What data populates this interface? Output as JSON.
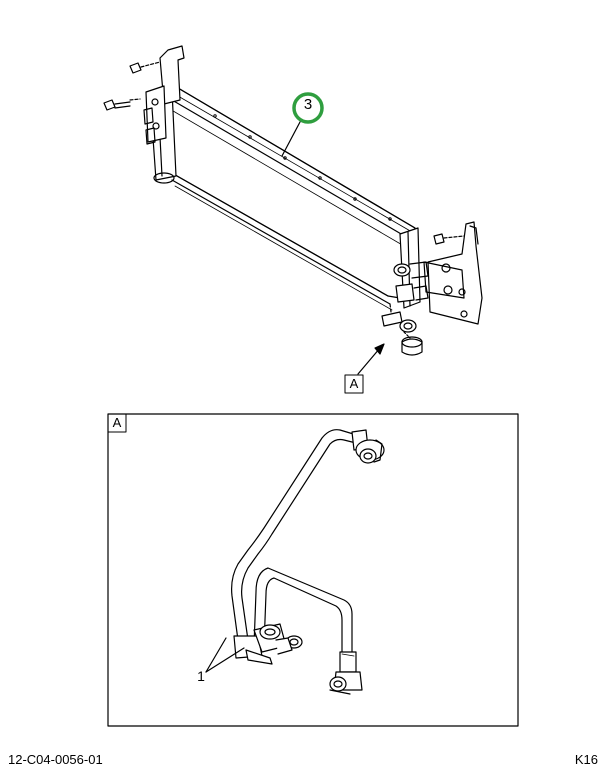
{
  "callouts": {
    "cooler": "3",
    "tubes": "1"
  },
  "view_label": "A",
  "detail_label": "A",
  "footer": {
    "drawing_id": "12-C04-0056-01",
    "page_code": "K16"
  },
  "colors": {
    "line": "#000000",
    "callout_ring": "#2f9e3f",
    "background": "#ffffff"
  }
}
